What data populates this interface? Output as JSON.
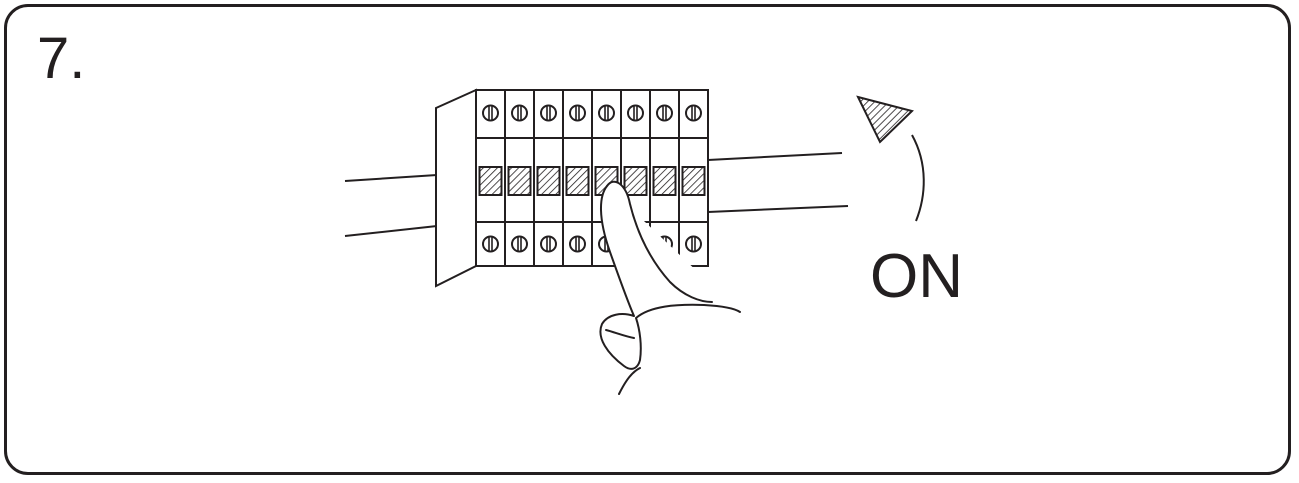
{
  "step": {
    "number": "7."
  },
  "label": {
    "on": "ON"
  },
  "breaker_panel": {
    "breaker_count": 8
  },
  "colors": {
    "line": "#231f20",
    "background": "#ffffff"
  }
}
